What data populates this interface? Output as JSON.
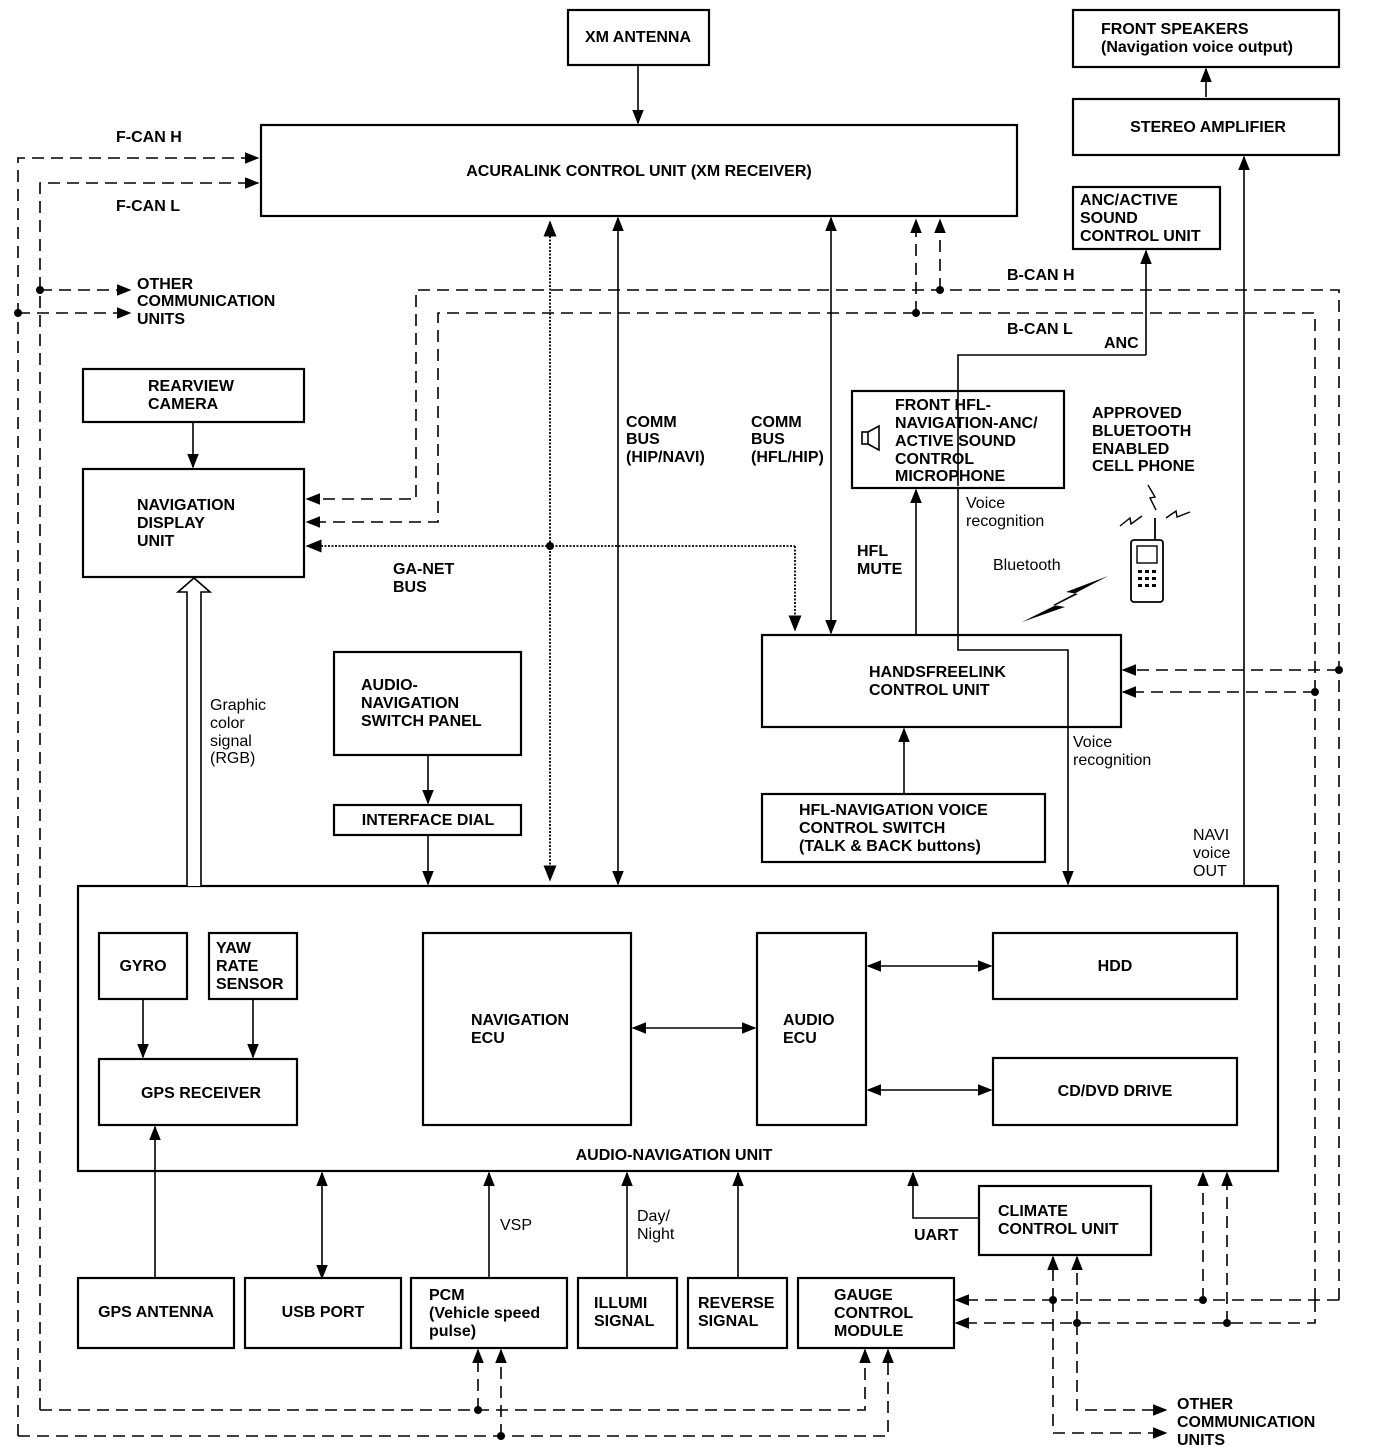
{
  "boxes": {
    "xm_antenna": "XM ANTENNA",
    "front_speakers": [
      "FRONT SPEAKERS",
      "(Navigation voice output)"
    ],
    "stereo_amplifier": "STEREO AMPLIFIER",
    "anc_unit": [
      "ANC/ACTIVE",
      "SOUND",
      "CONTROL UNIT"
    ],
    "acuralink": "ACURALINK CONTROL UNIT (XM RECEIVER)",
    "rearview_camera": [
      "REARVIEW",
      "CAMERA"
    ],
    "nav_display": [
      "NAVIGATION",
      "DISPLAY",
      "UNIT"
    ],
    "front_mic": [
      "FRONT HFL-",
      "NAVIGATION-ANC/",
      "ACTIVE SOUND",
      "CONTROL",
      "MICROPHONE"
    ],
    "audio_nav_switch_panel": [
      "AUDIO-",
      "NAVIGATION",
      "SWITCH PANEL"
    ],
    "interface_dial": "INTERFACE DIAL",
    "handsfreelink": [
      "HANDSFREELINK",
      "CONTROL UNIT"
    ],
    "hfl_voice_switch": [
      "HFL-NAVIGATION VOICE",
      "CONTROL SWITCH",
      "(TALK & BACK buttons)"
    ],
    "gyro": "GYRO",
    "yaw_rate": [
      "YAW",
      "RATE",
      "SENSOR"
    ],
    "gps_receiver": "GPS RECEIVER",
    "navigation_ecu": [
      "NAVIGATION",
      "ECU"
    ],
    "audio_ecu": [
      "AUDIO",
      "ECU"
    ],
    "hdd": "HDD",
    "cd_dvd": "CD/DVD DRIVE",
    "audio_nav_unit": "AUDIO-NAVIGATION UNIT",
    "climate": [
      "CLIMATE",
      "CONTROL UNIT"
    ],
    "gps_antenna": "GPS ANTENNA",
    "usb_port": "USB PORT",
    "pcm": [
      "PCM",
      "(Vehicle speed",
      "pulse)"
    ],
    "illumi": [
      "ILLUMI",
      "SIGNAL"
    ],
    "reverse": [
      "REVERSE",
      "SIGNAL"
    ],
    "gauge": [
      "GAUGE",
      "CONTROL",
      "MODULE"
    ]
  },
  "labels": {
    "f_can_h": "F-CAN H",
    "f_can_l": "F-CAN L",
    "other_comm_left": [
      "OTHER",
      "COMMUNICATION",
      "UNITS"
    ],
    "b_can_h": "B-CAN H",
    "b_can_l": "B-CAN L",
    "anc": "ANC",
    "comm_bus_hip_navi": [
      "COMM",
      "BUS",
      "(HIP/NAVI)"
    ],
    "comm_bus_hfl_hip": [
      "COMM",
      "BUS",
      "(HFL/HIP)"
    ],
    "approved_phone": [
      "APPROVED",
      "BLUETOOTH",
      "ENABLED",
      "CELL PHONE"
    ],
    "voice_recog_1": [
      "Voice",
      "recognition"
    ],
    "bluetooth": "Bluetooth",
    "hfl_mute": [
      "HFL",
      "MUTE"
    ],
    "ga_net_bus": [
      "GA-NET",
      "BUS"
    ],
    "graphic_signal": [
      "Graphic",
      "color",
      "signal",
      "(RGB)"
    ],
    "voice_recog_2": [
      "Voice",
      "recognition"
    ],
    "navi_voice_out": [
      "NAVI",
      "voice",
      "OUT"
    ],
    "vsp": "VSP",
    "day_night": [
      "Day/",
      "Night"
    ],
    "uart": "UART",
    "other_comm_bottom": [
      "OTHER",
      "COMMUNICATION",
      "UNITS"
    ]
  }
}
